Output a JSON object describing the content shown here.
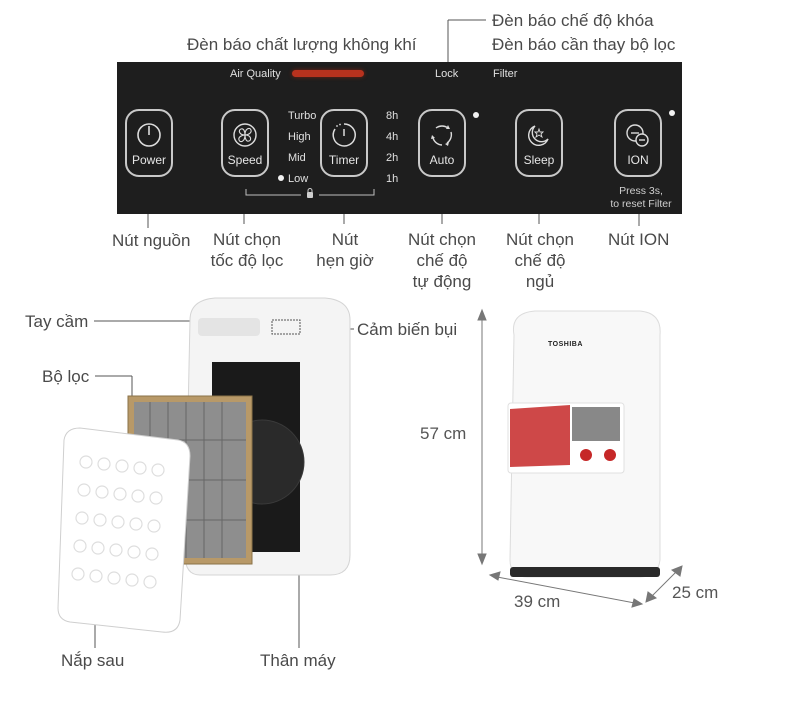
{
  "panel": {
    "air_quality": "Air Quality",
    "lock": "Lock",
    "filter": "Filter",
    "speed_levels": [
      "Turbo",
      "High",
      "Mid",
      "Low"
    ],
    "timer_levels": [
      "8h",
      "4h",
      "2h",
      "1h"
    ],
    "buttons": {
      "power": "Power",
      "speed": "Speed",
      "timer": "Timer",
      "auto": "Auto",
      "sleep": "Sleep",
      "ion": "ION"
    },
    "ion_note_1": "Press 3s,",
    "ion_note_2": "to reset Filter",
    "brand": "TOSHIBA",
    "indicator_colors": {
      "air_quality_bar": "#b8321e"
    }
  },
  "callouts": {
    "air_quality_light": "Đèn báo chất lượng không khí",
    "lock_light": "Đèn báo chế độ khóa",
    "filter_light": "Đèn báo cần thay bộ lọc",
    "power_button": "Nút nguồn",
    "speed_button": [
      "Nút chọn",
      "tốc độ lọc"
    ],
    "timer_button": [
      "Nút",
      "hẹn giờ"
    ],
    "auto_button": [
      "Nút chọn",
      "chế độ",
      "tự động"
    ],
    "sleep_button": [
      "Nút chọn",
      "chế độ",
      "ngủ"
    ],
    "ion_button": "Nút ION",
    "handle": "Tay cầm",
    "dust_sensor": "Cảm biến bụi",
    "filter": "Bộ lọc",
    "back_cover": "Nắp sau",
    "body": "Thân máy"
  },
  "dimensions": {
    "height": "57 cm",
    "width": "39 cm",
    "depth": "25 cm"
  }
}
